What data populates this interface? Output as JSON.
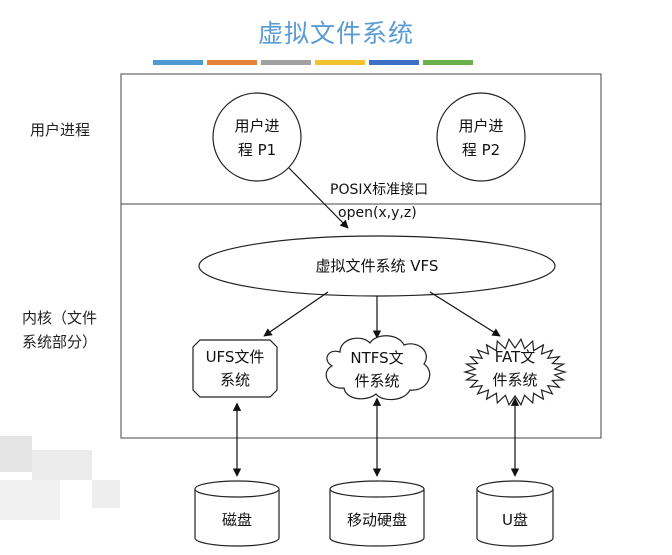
{
  "title": "虚拟文件系统",
  "title_bar_colors": [
    "#4f9ad3",
    "#e6803d",
    "#a0a0a0",
    "#f2c12e",
    "#3d6fc4",
    "#6ab04c"
  ],
  "labels": {
    "user_process": "用户进程",
    "kernel_line1": "内核（文件",
    "kernel_line2": "系统部分）"
  },
  "processes": [
    {
      "line1": "用户进",
      "line2": "程 P1"
    },
    {
      "line1": "用户进",
      "line2": "程 P2"
    }
  ],
  "interface": {
    "name": "POSIX标准接口",
    "call": "open(x,y,z)"
  },
  "vfs": "虚拟文件系统 VFS",
  "filesystems": {
    "ufs": {
      "line1": "UFS文件",
      "line2": "系统"
    },
    "ntfs": {
      "line1": "NTFS文",
      "line2": "件系统"
    },
    "fat": {
      "line1": "FAT文",
      "line2": "件系统"
    }
  },
  "devices": [
    "磁盘",
    "移动硬盘",
    "U盘"
  ]
}
